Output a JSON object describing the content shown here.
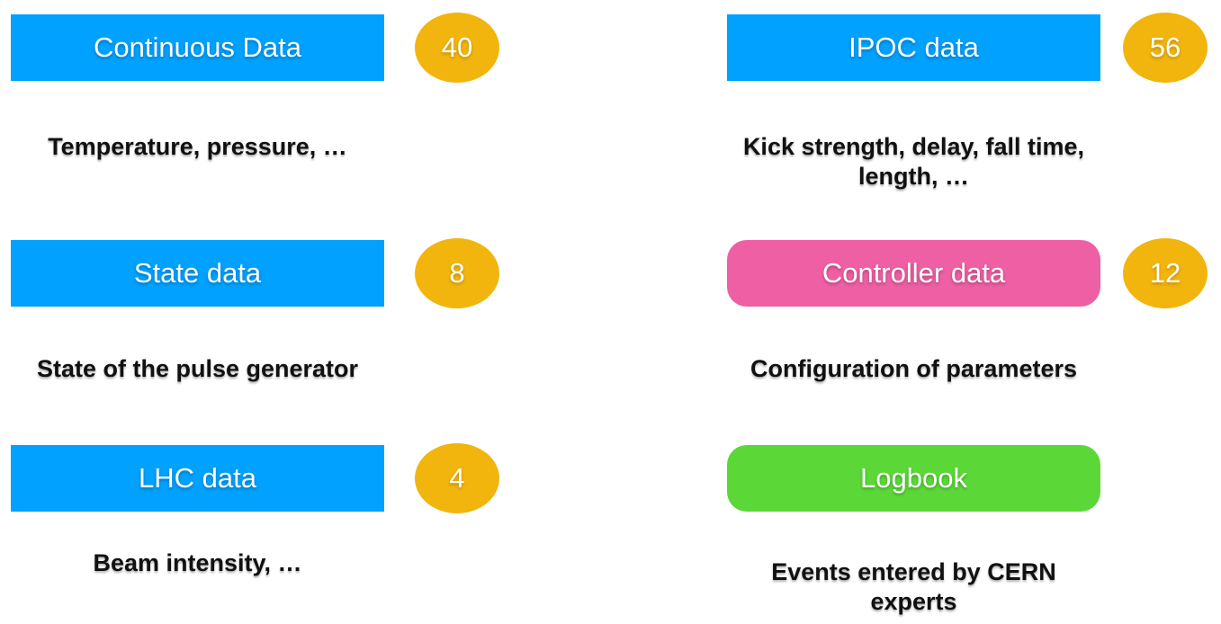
{
  "colors": {
    "blue": "#00A1FF",
    "pink": "#EE5FA4",
    "green": "#5BD838",
    "yellow": "#F2B50D",
    "label_text": "#FFFFFF",
    "description_text": "#111111",
    "background": "#FFFFFF"
  },
  "columns": {
    "left": {
      "items": [
        {
          "label": "Continuous Data",
          "badge": "40",
          "description": "Temperature, pressure, …",
          "shape": "rectangle",
          "color": "blue"
        },
        {
          "label": "State data",
          "badge": "8",
          "description": "State of the pulse generator",
          "shape": "rectangle",
          "color": "blue"
        },
        {
          "label": "LHC data",
          "badge": "4",
          "description": "Beam intensity, …",
          "shape": "rectangle",
          "color": "blue"
        }
      ]
    },
    "right": {
      "items": [
        {
          "label": "IPOC data",
          "badge": "56",
          "description": "Kick strength, delay, fall time,\nlength, …",
          "shape": "rectangle",
          "color": "blue"
        },
        {
          "label": "Controller data",
          "badge": "12",
          "description": "Configuration of parameters",
          "shape": "rounded-rectangle",
          "color": "pink"
        },
        {
          "label": "Logbook",
          "badge": null,
          "description": "Events entered by CERN\nexperts",
          "shape": "rounded-rectangle",
          "color": "green"
        }
      ]
    }
  }
}
